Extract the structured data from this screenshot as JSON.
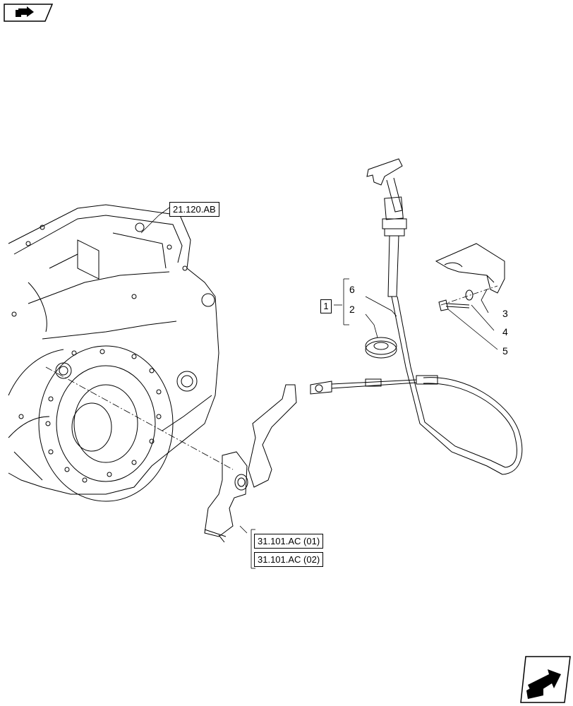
{
  "diagram": {
    "references": {
      "top": "21.120.AB",
      "lever_1": "31.101.AC (01)",
      "lever_2": "31.101.AC (02)"
    },
    "group_item": "1",
    "callouts": {
      "c6": "6",
      "c2": "2",
      "c3": "3",
      "c4": "4",
      "c5": "5"
    }
  },
  "icons": {
    "top_left": "page-back-icon",
    "bottom_right": "next-page-icon"
  },
  "colors": {
    "line": "#000000",
    "background": "#ffffff"
  }
}
